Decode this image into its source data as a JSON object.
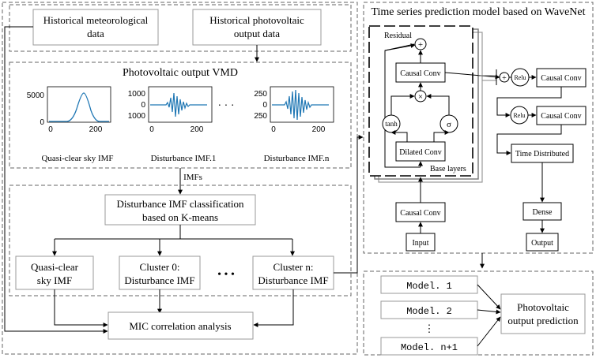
{
  "left_panel": {
    "hist_met": [
      "Historical meteorological",
      "data"
    ],
    "hist_pv": [
      "Historical photovoltaic",
      "output data"
    ],
    "vmd_title": "Photovoltaic output VMD",
    "plots": [
      {
        "label": "Quasi-clear sky IMF",
        "y_ticks": [
          "5000",
          "0"
        ],
        "x_ticks": [
          "0",
          "200"
        ]
      },
      {
        "label": "Disturbance IMF.1",
        "y_ticks": [
          "1000",
          "0",
          "1000"
        ],
        "x_ticks": [
          "0",
          "200"
        ]
      },
      {
        "label": "Disturbance IMF.n",
        "y_ticks": [
          "250",
          "0",
          "250"
        ],
        "x_ticks": [
          "0",
          "200"
        ]
      }
    ],
    "dots": "· · ·",
    "imfs_label": "IMFs",
    "kmeans": [
      "Disturbance IMF classification",
      "based on K-means"
    ],
    "clusters": [
      [
        "Quasi-clear",
        "sky IMF"
      ],
      [
        "Cluster 0:",
        "Disturbance IMF"
      ],
      [
        "Cluster n:",
        "Disturbance IMF"
      ]
    ],
    "cluster_dots": "• • •",
    "mic": "MIC correlation analysis"
  },
  "right_panel": {
    "title": "Time series prediction model based on WaveNet",
    "residual": "Residual",
    "plus": "+",
    "times": "×",
    "causal_conv": "Causal Conv",
    "tanh": "tanh",
    "sigma": "σ",
    "dilated_conv": "Dilated Conv",
    "base_layers": "Base layers",
    "input": "Input",
    "relu": "Relu",
    "time_distributed": "Time Distributed",
    "dense": "Dense",
    "output": "Output"
  },
  "bottom_panel": {
    "models": [
      "Model. 1",
      "Model. 2",
      "Model. n+1"
    ],
    "vdots": "⋮",
    "prediction": [
      "Photovoltaic",
      "output prediction"
    ]
  },
  "colors": {
    "plot_line": "#1f77b4",
    "arrow": "#000000",
    "grey_line": "#888888"
  }
}
